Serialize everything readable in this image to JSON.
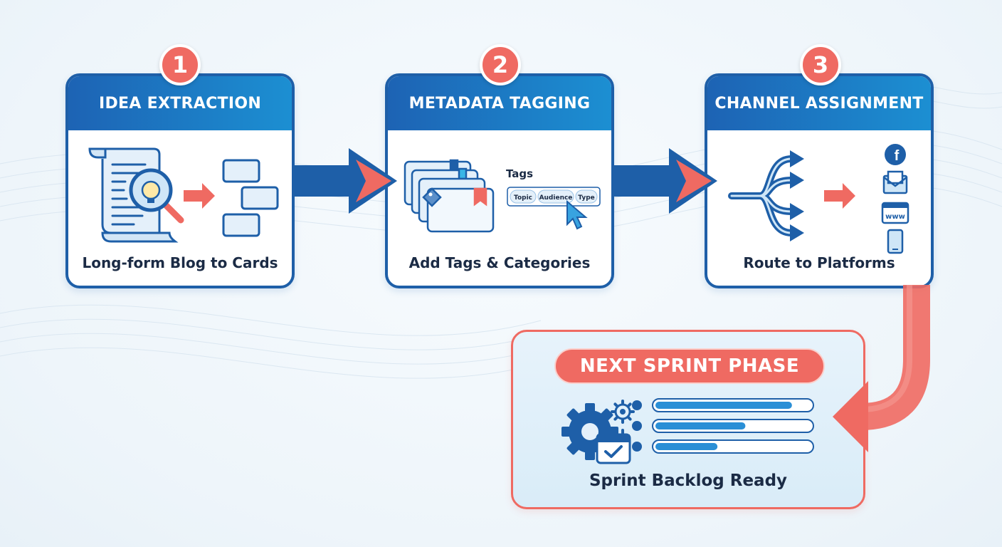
{
  "steps": [
    {
      "number": "1",
      "title": "IDEA EXTRACTION",
      "caption": "Long-form Blog to Cards"
    },
    {
      "number": "2",
      "title": "METADATA TAGGING",
      "caption": "Add Tags & Categories"
    },
    {
      "number": "3",
      "title": "CHANNEL ASSIGNMENT",
      "caption": "Route to Platforms"
    }
  ],
  "tagging": {
    "label": "Tags",
    "chips": [
      "Topic",
      "Audience",
      "Type"
    ]
  },
  "channels": {
    "facebook_glyph": "f",
    "web_label": "www"
  },
  "sprint": {
    "title": "NEXT SPRINT PHASE",
    "caption": "Sprint Backlog Ready",
    "progress": [
      0.88,
      0.58,
      0.4
    ]
  },
  "colors": {
    "primary_blue": "#1e5fa8",
    "accent_coral": "#ef6a62",
    "header_gradient_end": "#1c8fd2"
  }
}
